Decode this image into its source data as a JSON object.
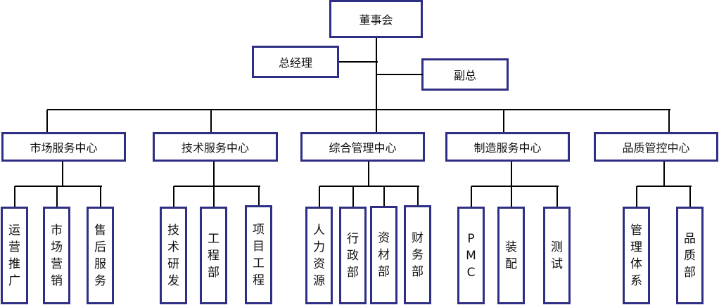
{
  "title": "组织架构图",
  "colors": {
    "box_border": "#2e2e85",
    "connector": "#000000",
    "text": "#111111"
  },
  "top": {
    "label": "董事会"
  },
  "executives": [
    {
      "label": "总经理",
      "side": "left"
    },
    {
      "label": "副总",
      "side": "right"
    }
  ],
  "centers": [
    {
      "label": "市场服务中心",
      "departments": [
        "运营推广",
        "市场营销",
        "售后服务"
      ]
    },
    {
      "label": "技术服务中心",
      "departments": [
        "技术研发",
        "工程部",
        "项目工程"
      ]
    },
    {
      "label": "综合管理中心",
      "departments": [
        "人力资源",
        "行政部",
        "资材部",
        "财务部"
      ]
    },
    {
      "label": "制造服务中心",
      "departments": [
        "PMC",
        "装配",
        "测试"
      ]
    },
    {
      "label": "品质管控中心",
      "departments": [
        "管理体系",
        "品质部"
      ]
    }
  ]
}
